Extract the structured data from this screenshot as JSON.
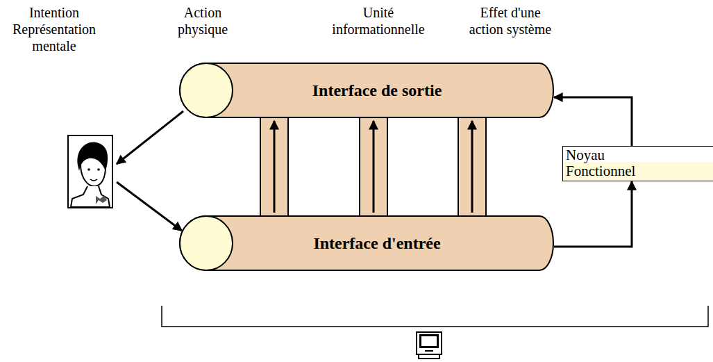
{
  "diagram": {
    "nodes": [
      {
        "text": [
          "Interface de sortie"
        ]
      },
      {
        "text": [
          "Noyau Fonctionnel"
        ]
      },
      {
        "text": [
          "Interface d'entrée"
        ]
      }
    ],
    "edges": [
      {
        "from": 2,
        "to": 1,
        "arrow": "to"
      },
      {
        "from": 1,
        "to": 0,
        "arrow": "to"
      },
      {
        "from": 2,
        "to": 0,
        "arrow": "to"
      },
      {
        "from": 2,
        "to": 0,
        "arrow": "to"
      },
      {
        "from": 2,
        "to": 0,
        "arrow": "to"
      }
    ],
    "labels": [
      "Intention Représentation mentale",
      "Action physique",
      "Unité informationnelle",
      "Effet d'une action système"
    ]
  }
}
